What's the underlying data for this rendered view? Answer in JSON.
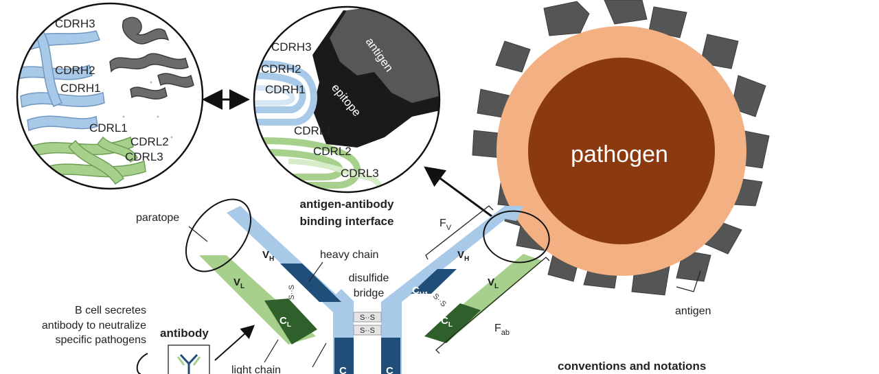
{
  "colors": {
    "heavy_light": "#a9c9e8",
    "heavy_dark": "#1f4e79",
    "light_light": "#a7d08c",
    "light_dark": "#2f5f2a",
    "antigen": "#555555",
    "pathogen_outer": "#f2b083",
    "pathogen_inner": "#8b3a0f",
    "epitope_black": "#1a1a1a"
  },
  "structure_view": {
    "labels": [
      "CDRH3",
      "CDRH2",
      "CDRH1",
      "CDRL1",
      "CDRL2",
      "CDRL3"
    ]
  },
  "schematic_view": {
    "labels": [
      "CDRH3",
      "CDRH2",
      "CDRH1",
      "CDRL1",
      "CDRL2",
      "CDRL3"
    ],
    "antigen_label": "antigen",
    "epitope_label": "epitope"
  },
  "interface_caption": {
    "line1": "antigen-antibody",
    "line2": "binding interface"
  },
  "pathogen": {
    "label": "pathogen",
    "antigen_label": "antigen"
  },
  "antibody_labels": {
    "paratope": "paratope",
    "heavy_chain": "heavy chain",
    "disulfide_line1": "disulfide",
    "disulfide_line2": "bridge",
    "light_chain": "light chain",
    "fv_main": "F",
    "fv_sub": "V",
    "fab_main": "F",
    "fab_sub": "ab",
    "ss": "S··S"
  },
  "domains": {
    "vh_main": "V",
    "vh_sub": "H",
    "vl_main": "V",
    "vl_sub": "L",
    "ch1_main": "C",
    "ch1_sub": "H1",
    "cl_main": "C",
    "cl_sub": "L",
    "c_stub": "C"
  },
  "bcell": {
    "line1": "B cell secretes",
    "line2": "antibody to neutralize",
    "line3": "specific pathogens",
    "antibody_label": "antibody"
  },
  "footer": {
    "conventions": "conventions and notations"
  }
}
